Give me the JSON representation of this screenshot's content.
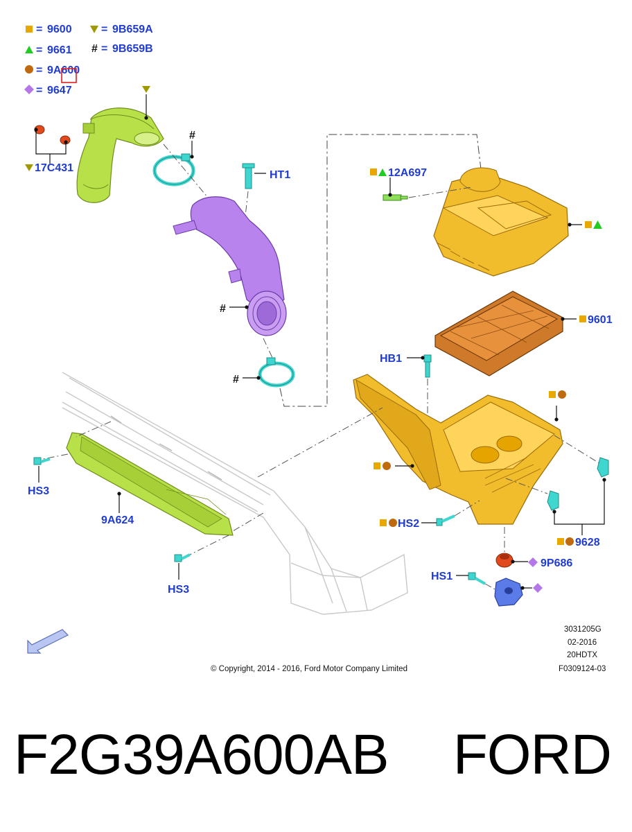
{
  "colors": {
    "label": "#1f3bd1",
    "square": "#e8a800",
    "triangle_up": "#22cc22",
    "circle": "#c06a10",
    "diamond": "#b377e8",
    "triangle_down": "#a09a00",
    "lime_part": "#b8e048",
    "purple_part": "#b983ee",
    "gold_part": "#f2bd2c",
    "filter_part": "#cf7a2a",
    "teal_fastener": "#3fd6d0",
    "blue_bracket": "#5a7be8",
    "highlight_box": "#e0201c"
  },
  "legend": [
    {
      "symbol": "square",
      "code": "9600"
    },
    {
      "symbol": "triangle-down",
      "code": "9B659A"
    },
    {
      "symbol": "triangle-up",
      "code": "9661"
    },
    {
      "symbol": "hash",
      "code": "9B659B"
    },
    {
      "symbol": "circle",
      "code": "9A600"
    },
    {
      "symbol": "diamond",
      "code": "9647"
    }
  ],
  "symbols": {
    "hash": "#"
  },
  "labels": {
    "l17c431": "17C431",
    "ht1": "HT1",
    "l12a697": "12A697",
    "l9601": "9601",
    "hb1": "HB1",
    "hs3": "HS3",
    "l9a624": "9A624",
    "hs2": "HS2",
    "l9628": "9628",
    "l9p686": "9P686",
    "hs1": "HS1"
  },
  "meta": {
    "code1": "3031205G",
    "date": "02-2016",
    "code2": "20HDTX",
    "code3": "F0309124-03",
    "copyright": "© Copyright, 2014 - 2016, Ford Motor Company Limited"
  },
  "footer": {
    "part_number": "F2G39A600AB",
    "brand": "FORD"
  }
}
